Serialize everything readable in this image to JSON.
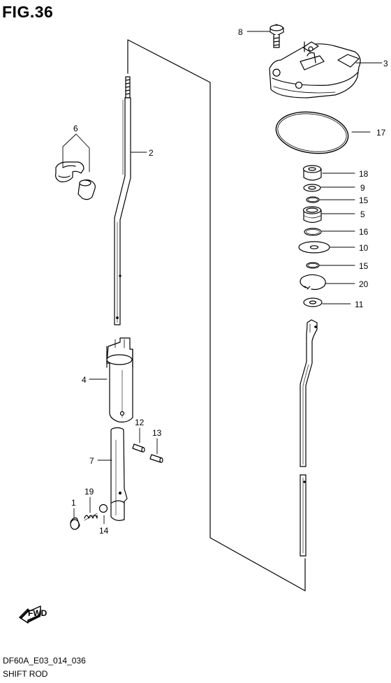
{
  "figure": {
    "title": "FIG.36"
  },
  "footer": {
    "code": "DF60A_E03_014_036",
    "name": "SHIFT ROD"
  },
  "callouts": {
    "p1": "1",
    "p2": "2",
    "p3": "3",
    "p4": "4",
    "p5": "5",
    "p6": "6",
    "p7": "7",
    "p8": "8",
    "p9": "9",
    "p10": "10",
    "p11": "11",
    "p12": "12",
    "p13": "13",
    "p14": "14",
    "p15a": "15",
    "p15b": "15",
    "p16": "16",
    "p17": "17",
    "p18": "18",
    "p19": "19",
    "p20": "20"
  },
  "fwd_mark": "FWD"
}
